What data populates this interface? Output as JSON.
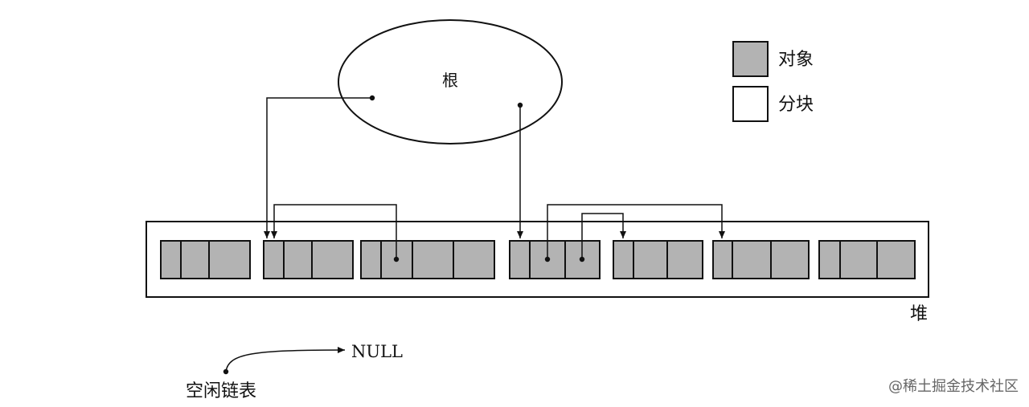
{
  "colors": {
    "object_fill": "#b3b3b3",
    "chunk_fill": "#ffffff",
    "stroke": "#111111",
    "watermark": "#8a8a8a"
  },
  "legend": {
    "object_label": "对象",
    "chunk_label": "分块"
  },
  "root_label": "根",
  "heap_label": "堆",
  "free_list_label": "空闲链表",
  "null_label": "NULL",
  "watermark": "@稀土掘金技术社区"
}
